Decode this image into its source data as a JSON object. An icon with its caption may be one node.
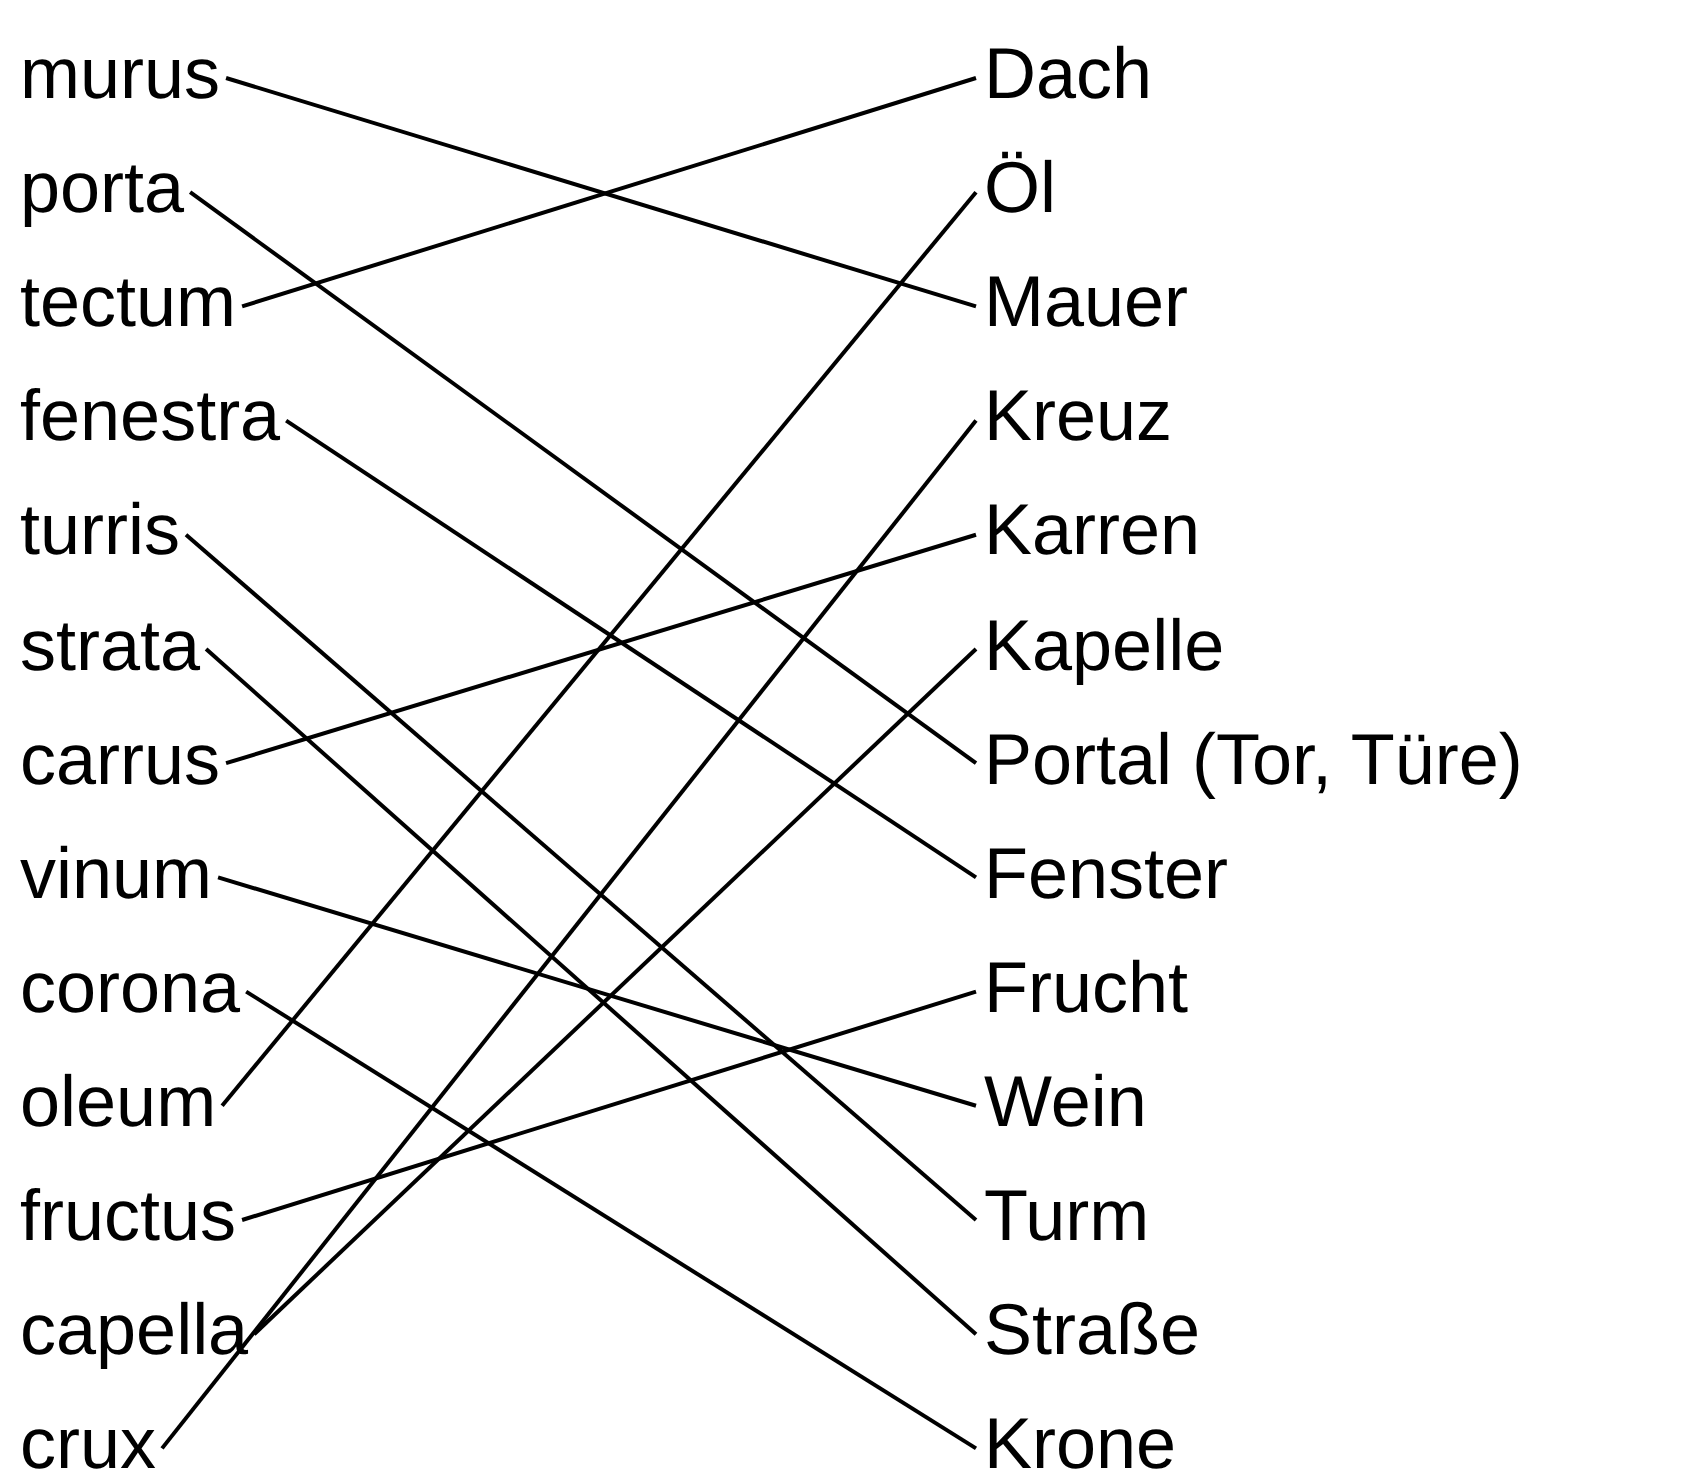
{
  "diagram": {
    "nodes": [
      {
        "text": [
          "murus"
        ]
      },
      {
        "text": [
          "porta"
        ]
      },
      {
        "text": [
          "tectum"
        ]
      },
      {
        "text": [
          "fenestra"
        ]
      },
      {
        "text": [
          "turris"
        ]
      },
      {
        "text": [
          "strata"
        ]
      },
      {
        "text": [
          "carrus"
        ]
      },
      {
        "text": [
          "vinum"
        ]
      },
      {
        "text": [
          "corona"
        ]
      },
      {
        "text": [
          "oleum"
        ]
      },
      {
        "text": [
          "fructus"
        ]
      },
      {
        "text": [
          "capella"
        ]
      },
      {
        "text": [
          "crux"
        ]
      },
      {
        "text": [
          "Dach"
        ]
      },
      {
        "text": [
          "Öl"
        ]
      },
      {
        "text": [
          "Mauer"
        ]
      },
      {
        "text": [
          "Kreuz"
        ]
      },
      {
        "text": [
          "Karren"
        ]
      },
      {
        "text": [
          "Kapelle"
        ]
      },
      {
        "text": [
          "Portal (Tor, Türe)"
        ]
      },
      {
        "text": [
          "Fenster"
        ]
      },
      {
        "text": [
          "Frucht"
        ]
      },
      {
        "text": [
          "Wein"
        ]
      },
      {
        "text": [
          "Turm"
        ]
      },
      {
        "text": [
          "Straße"
        ]
      },
      {
        "text": [
          "Krone"
        ]
      }
    ],
    "edges": [
      {
        "from": 0,
        "to": 15,
        "arrow": "none"
      },
      {
        "from": 1,
        "to": 19,
        "arrow": "none"
      },
      {
        "from": 2,
        "to": 13,
        "arrow": "none"
      },
      {
        "from": 3,
        "to": 20,
        "arrow": "none"
      },
      {
        "from": 4,
        "to": 23,
        "arrow": "none"
      },
      {
        "from": 5,
        "to": 24,
        "arrow": "none"
      },
      {
        "from": 6,
        "to": 17,
        "arrow": "none"
      },
      {
        "from": 7,
        "to": 22,
        "arrow": "none"
      },
      {
        "from": 8,
        "to": 25,
        "arrow": "none"
      },
      {
        "from": 9,
        "to": 14,
        "arrow": "none"
      },
      {
        "from": 10,
        "to": 21,
        "arrow": "none"
      },
      {
        "from": 11,
        "to": 18,
        "arrow": "none"
      },
      {
        "from": 12,
        "to": 16,
        "arrow": "none"
      }
    ]
  }
}
